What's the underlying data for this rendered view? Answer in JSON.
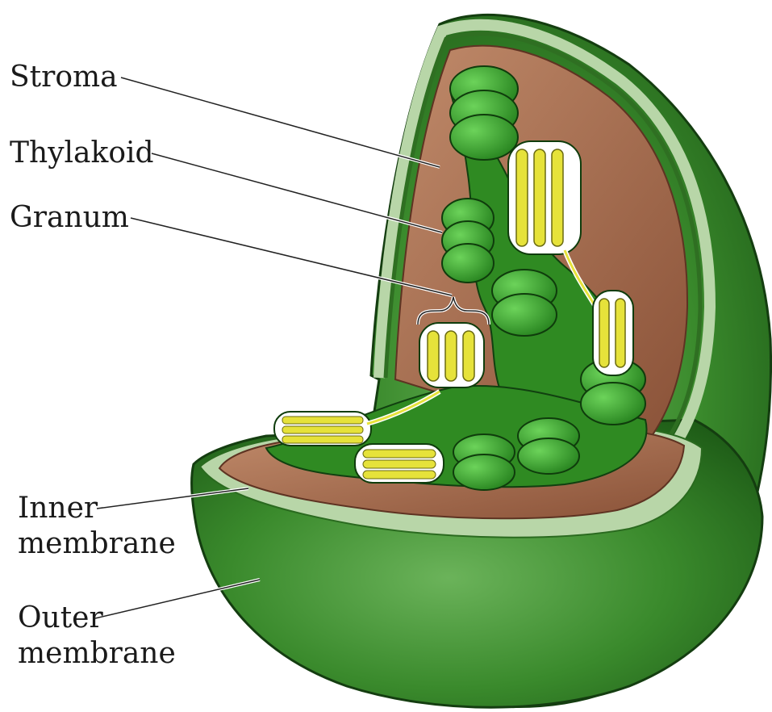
{
  "labels": {
    "stroma": "Stroma",
    "thylakoid": "Thylakoid",
    "granum": "Granum",
    "inner_line1": "Inner",
    "inner_line2": "membrane",
    "outer_line1": "Outer",
    "outer_line2": "membrane"
  },
  "colors": {
    "outer_membrane": "#2f7a22",
    "inner_membrane": "#a8c89a",
    "stroma": "#a86a4e",
    "thylakoid_green": "#3aa02a",
    "thylakoid_lumen": "#e6e23a"
  }
}
